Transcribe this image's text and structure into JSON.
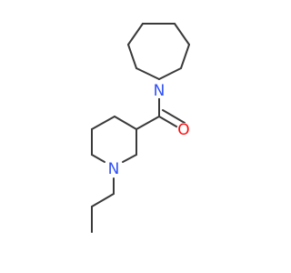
{
  "molecule": {
    "atoms": [
      {
        "label": "N",
        "color": "#3050F8"
      },
      {
        "label": "O",
        "color": "#FF0D0D"
      },
      {
        "label": "N",
        "color": "#3050F8"
      }
    ]
  }
}
